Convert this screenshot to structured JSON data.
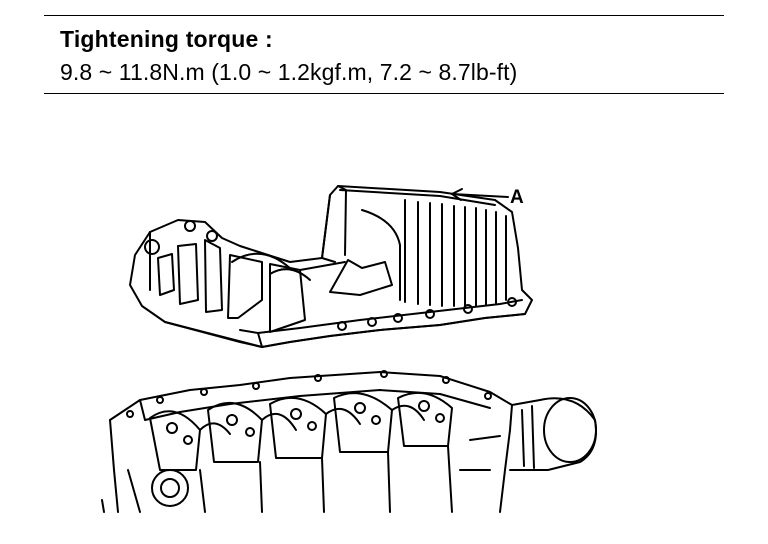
{
  "spec": {
    "title": "Tightening torque :",
    "value": "9.8 ~ 11.8N.m (1.0 ~ 1.2kgf.m, 7.2 ~ 8.7lb-ft)"
  },
  "figure": {
    "callouts": [
      {
        "label": "A"
      }
    ]
  }
}
